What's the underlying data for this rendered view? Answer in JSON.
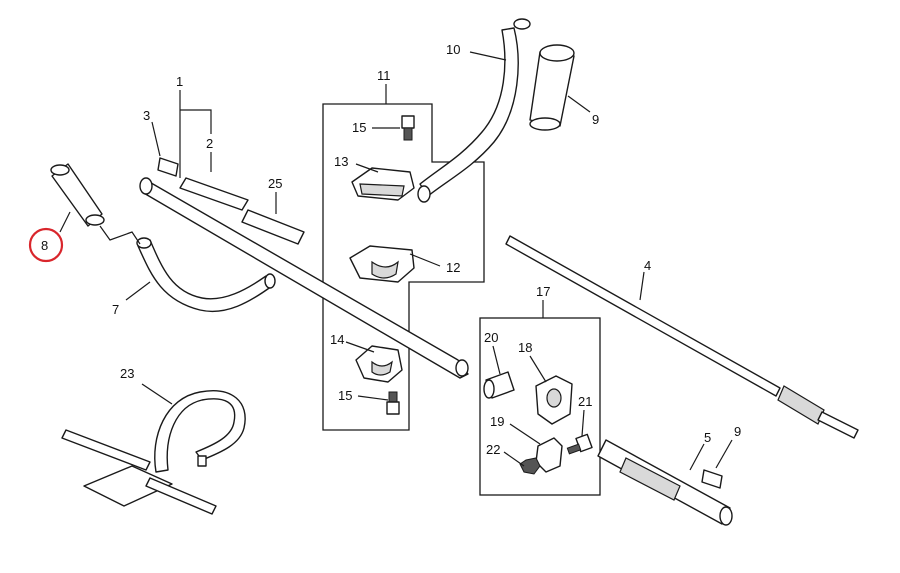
{
  "callouts": {
    "p1": "1",
    "p2": "2",
    "p3": "3",
    "p4": "4",
    "p5": "5",
    "p7": "7",
    "p8": "8",
    "p9a": "9",
    "p9b": "9",
    "p10": "10",
    "p11": "11",
    "p12": "12",
    "p13": "13",
    "p14": "14",
    "p15a": "15",
    "p15b": "15",
    "p17": "17",
    "p18": "18",
    "p19": "19",
    "p20": "20",
    "p21": "21",
    "p22": "22",
    "p23": "23",
    "p25": "25"
  },
  "colors": {
    "highlight": "#d9262c",
    "line": "#1a1a1a",
    "shade": "#d9d9d9"
  }
}
